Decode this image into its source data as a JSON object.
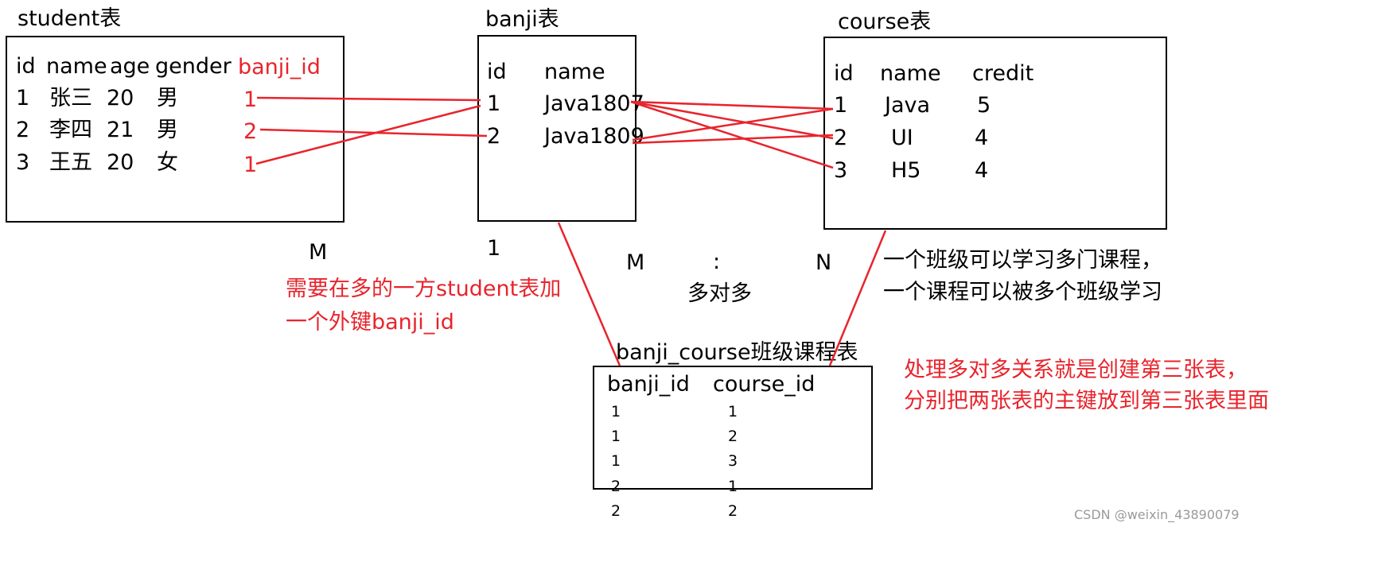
{
  "student": {
    "title": "student表",
    "headers": [
      "id",
      "name",
      "age",
      "gender"
    ],
    "fk_header": "banji_id",
    "rows": [
      {
        "id": "1",
        "name": "张三",
        "age": "20",
        "gender": "男",
        "banji_id": "1"
      },
      {
        "id": "2",
        "name": "李四",
        "age": "21",
        "gender": "男",
        "banji_id": "2"
      },
      {
        "id": "3",
        "name": "王五",
        "age": "20",
        "gender": "女",
        "banji_id": "1"
      }
    ]
  },
  "banji": {
    "title": "banji表",
    "headers": [
      "id",
      "name"
    ],
    "rows": [
      {
        "id": "1",
        "name": "Java1807"
      },
      {
        "id": "2",
        "name": "Java1809"
      }
    ]
  },
  "course": {
    "title": "course表",
    "headers": [
      "id",
      "name",
      "credit"
    ],
    "rows": [
      {
        "id": "1",
        "name": "Java",
        "credit": "5"
      },
      {
        "id": "2",
        "name": "UI",
        "credit": "4"
      },
      {
        "id": "3",
        "name": "H5",
        "credit": "4"
      }
    ]
  },
  "banji_course": {
    "title": "banji_course班级课程表",
    "headers": [
      "banji_id",
      "course_id"
    ],
    "rows": [
      {
        "banji_id": "1",
        "course_id": "1"
      },
      {
        "banji_id": "1",
        "course_id": "2"
      },
      {
        "banji_id": "1",
        "course_id": "3"
      },
      {
        "banji_id": "2",
        "course_id": "1"
      },
      {
        "banji_id": "2",
        "course_id": "2"
      }
    ]
  },
  "labels": {
    "m_left": "M",
    "one": "1",
    "m_mid": "M",
    "colon": ":",
    "n": "N",
    "many_to_many": "多对多"
  },
  "notes": {
    "fk_note_1": "需要在多的一方student表加",
    "fk_note_2": "一个外键banji_id",
    "mn_note_1": "一个班级可以学习多门课程，",
    "mn_note_2": "一个课程可以被多个班级学习",
    "junction_note_1": "处理多对多关系就是创建第三张表，",
    "junction_note_2": "分别把两张表的主键放到第三张表里面"
  },
  "watermark": "CSDN @weixin_43890079",
  "colors": {
    "relation_line": "#e8242c",
    "note_text": "#e8242c",
    "box_border": "#000000"
  }
}
